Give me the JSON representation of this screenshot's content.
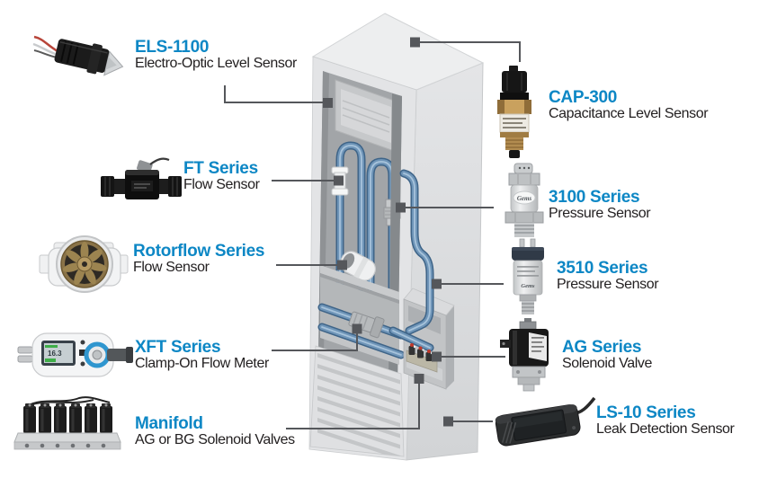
{
  "page": {
    "background": "#FFFFFF"
  },
  "colors": {
    "accent_blue": "#0D87C5",
    "subtitle_text": "#232021",
    "connector_line": "#55575B",
    "tube_fill": "#6F95B8",
    "tube_edge": "#3E6488",
    "cabinet_light": "#EDEEEF",
    "cabinet_mid": "#E2E3E5",
    "cabinet_interior": "#A2A5A8",
    "brass": "#B28C50"
  },
  "labels": {
    "els1100": {
      "title": "ELS-1100",
      "subtitle": "Electro-Optic Level Sensor"
    },
    "ft": {
      "title": "FT Series",
      "subtitle": "Flow Sensor"
    },
    "rotorflow": {
      "title": "Rotorflow Series",
      "subtitle": "Flow Sensor"
    },
    "xft": {
      "title": "XFT Series",
      "subtitle": "Clamp-On Flow Meter"
    },
    "manifold": {
      "title": "Manifold",
      "subtitle": "AG or BG Solenoid Valves"
    },
    "cap300": {
      "title": "CAP-300",
      "subtitle": "Capacitance Level Sensor"
    },
    "s3100": {
      "title": "3100 Series",
      "subtitle": "Pressure Sensor"
    },
    "s3510": {
      "title": "3510 Series",
      "subtitle": "Pressure Sensor"
    },
    "ag": {
      "title": "AG Series",
      "subtitle": "Solenoid Valve"
    },
    "ls10": {
      "title": "LS-10 Series",
      "subtitle": "Leak Detection Sensor"
    }
  },
  "product_marks": {
    "gems_logo": "Gems",
    "xft_display_value": "16.3"
  }
}
